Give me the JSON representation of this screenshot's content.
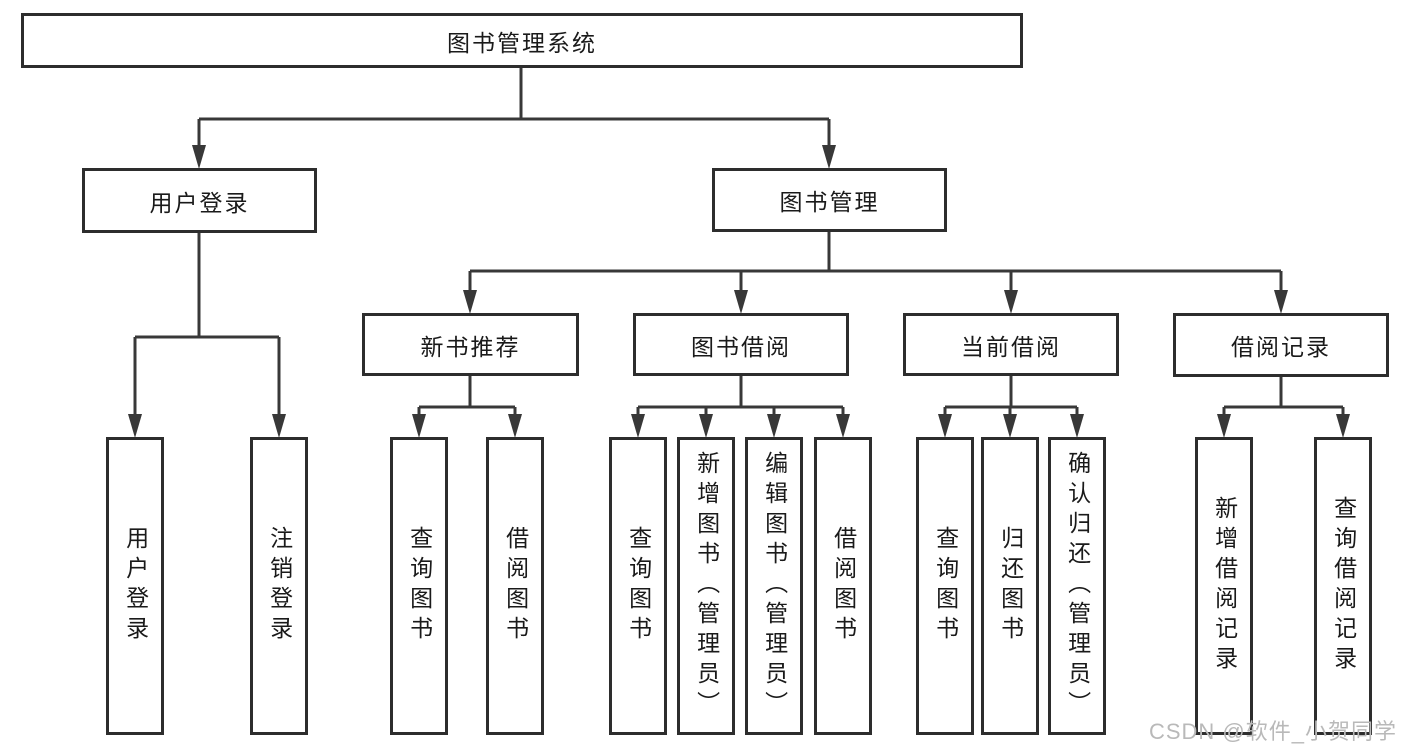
{
  "diagram": {
    "type": "hierarchy-tree",
    "title": "图书管理系统"
  },
  "tree": {
    "label": "图书管理系统",
    "children": [
      {
        "label": "用户登录",
        "children": [
          {
            "label": "用户登录"
          },
          {
            "label": "注销登录"
          }
        ]
      },
      {
        "label": "图书管理",
        "children": [
          {
            "label": "新书推荐",
            "children": [
              {
                "label": "查询图书"
              },
              {
                "label": "借阅图书"
              }
            ]
          },
          {
            "label": "图书借阅",
            "children": [
              {
                "label": "查询图书"
              },
              {
                "label": "新增图书（管理员）"
              },
              {
                "label": "编辑图书（管理员）"
              },
              {
                "label": "借阅图书"
              }
            ]
          },
          {
            "label": "当前借阅",
            "children": [
              {
                "label": "查询图书"
              },
              {
                "label": "归还图书"
              },
              {
                "label": "确认归还（管理员）"
              }
            ]
          },
          {
            "label": "借阅记录",
            "children": [
              {
                "label": "新增借阅记录"
              },
              {
                "label": "查询借阅记录"
              }
            ]
          }
        ]
      }
    ]
  },
  "watermark": {
    "text": "CSDN @软件_小贺同学"
  },
  "colors": {
    "background": "#ffffff",
    "line": "#383838",
    "box_border": "#2d2d2d",
    "text": "#1a1a1a",
    "watermark": "#b9b9b9"
  }
}
